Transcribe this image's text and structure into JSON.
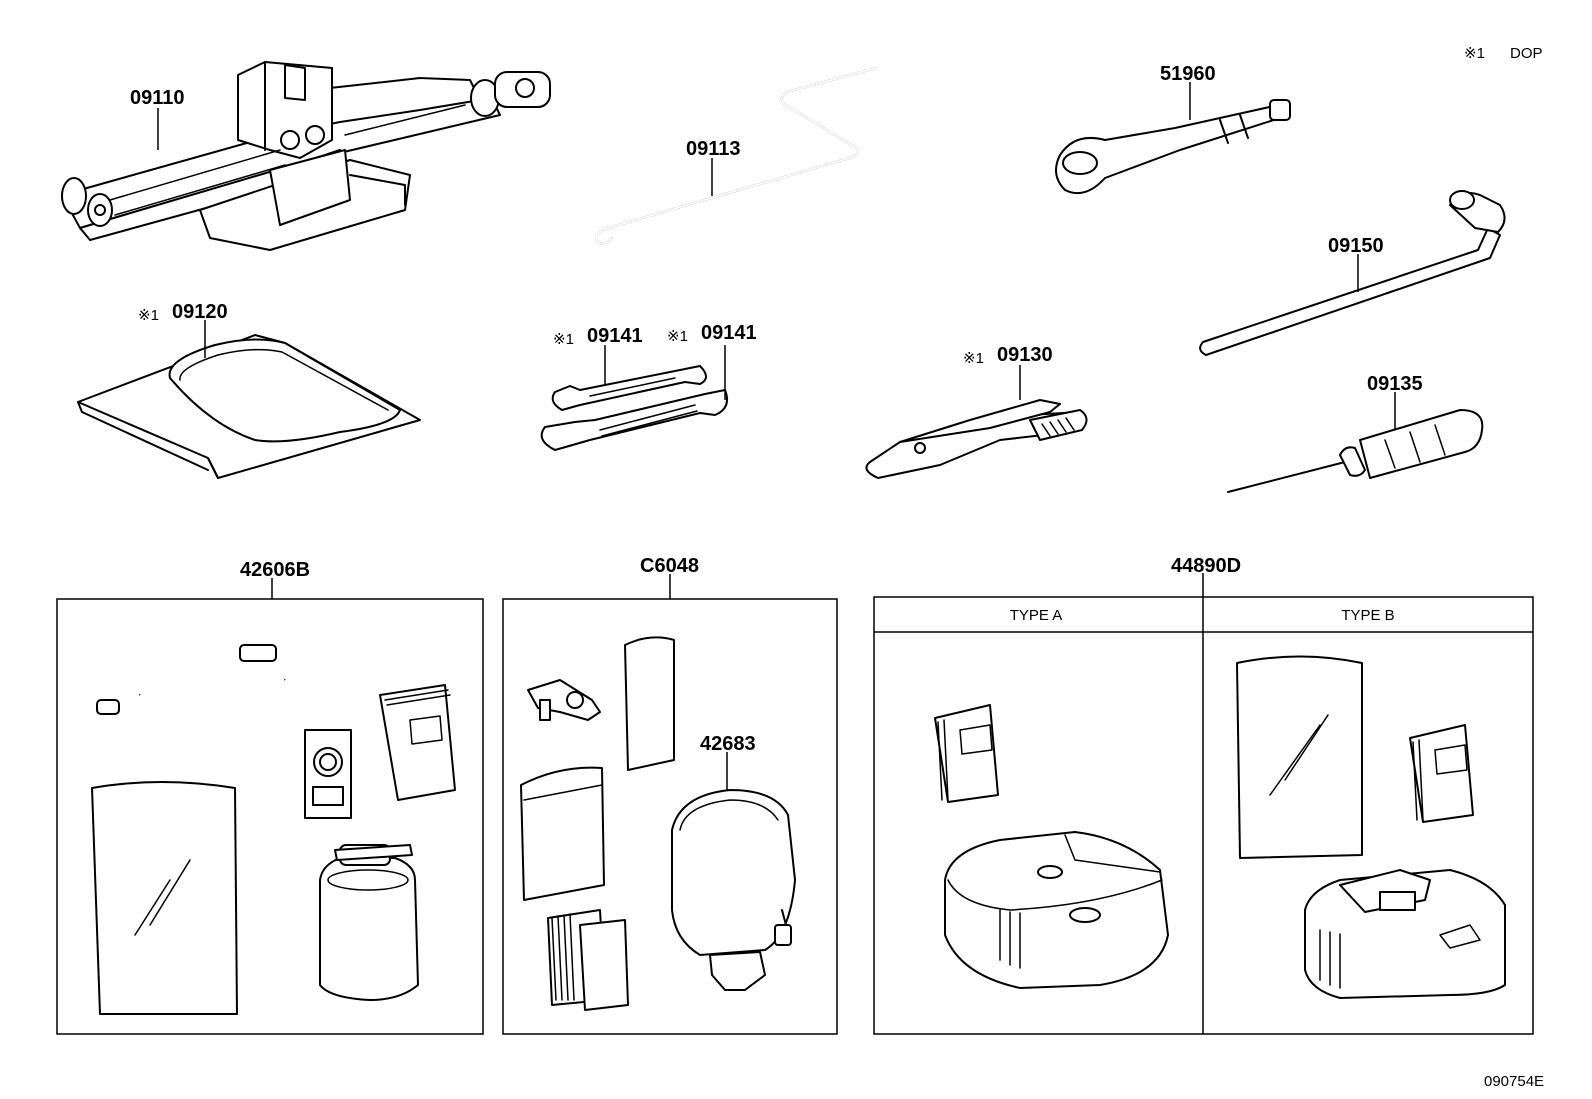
{
  "legend": {
    "mark": "※1",
    "text": "DOP"
  },
  "parts": {
    "jack": "09110",
    "handle": "09113",
    "wrench_eye": "51960",
    "bag": "09120",
    "wrench_a": "09141",
    "wrench_b": "09141",
    "pliers": "09130",
    "lug_wrench": "09150",
    "screwdriver": "09135",
    "repair_kit": "42606B",
    "kit_c": "C6048",
    "sealant": "42683",
    "compressor_kit": "44890D"
  },
  "types": {
    "a": "TYPE A",
    "b": "TYPE B"
  },
  "drawing_code": "090754E",
  "dop_mark": "※1"
}
